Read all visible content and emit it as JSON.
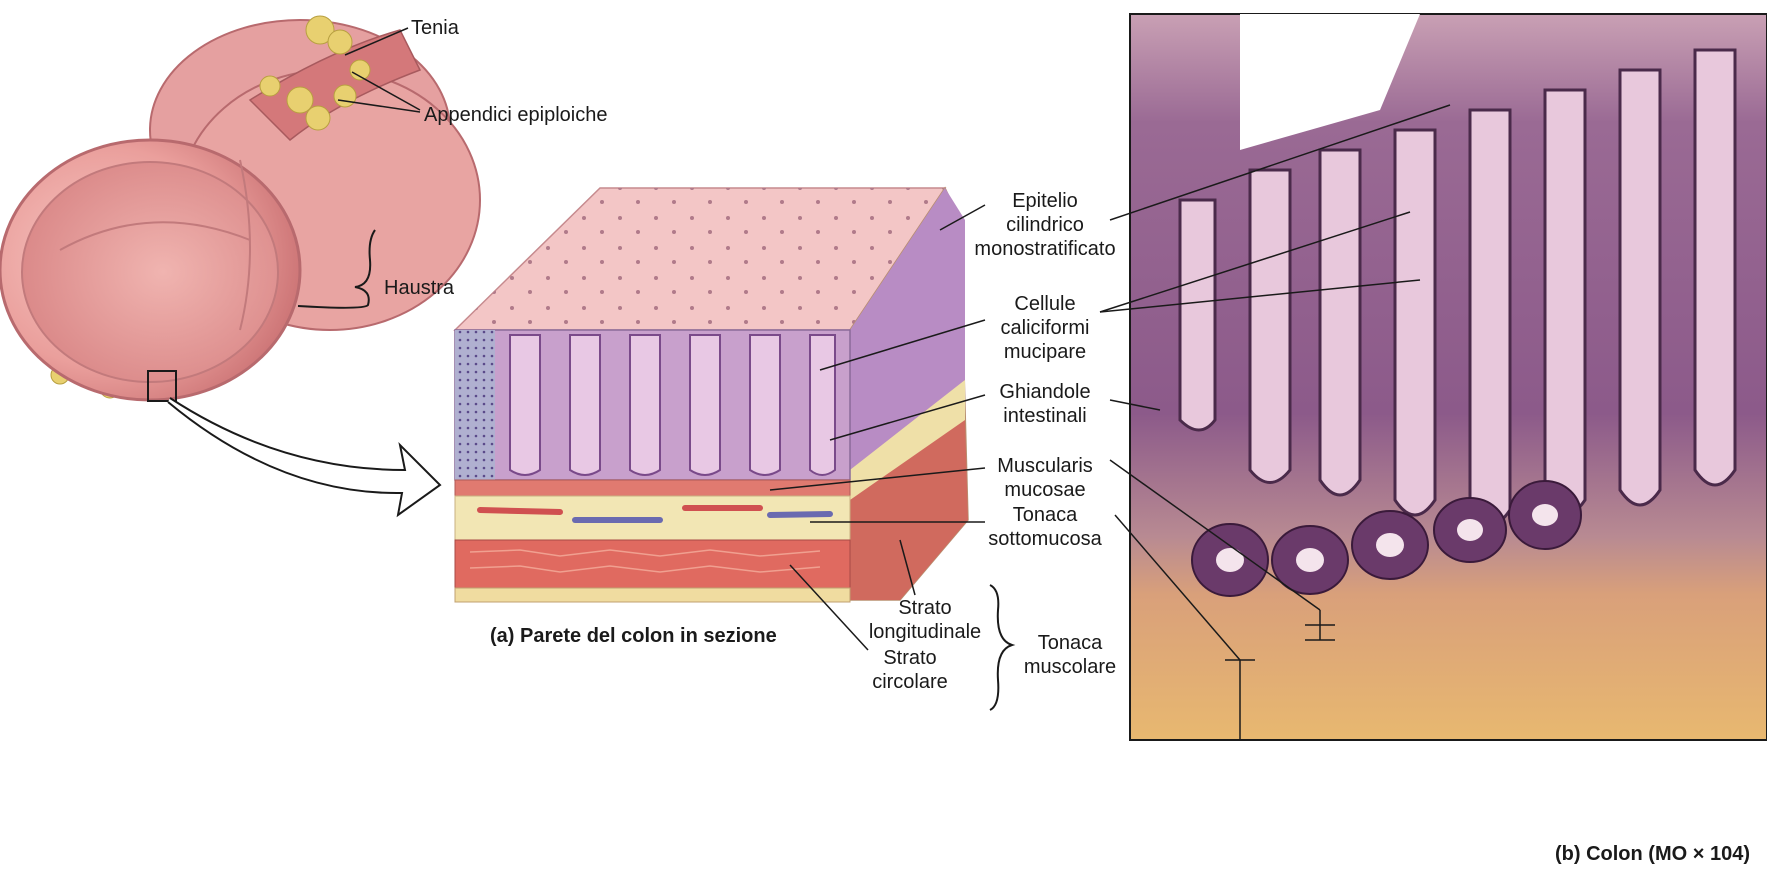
{
  "labels": {
    "tenia": "Tenia",
    "appendici": "Appendici epiploiche",
    "haustra": "Haustra",
    "epitelio": [
      "Epitelio",
      "cilindrico",
      "monostratificato"
    ],
    "cellule": [
      "Cellule",
      "caliciformi",
      "mucipare"
    ],
    "ghiandole": [
      "Ghiandole",
      "intestinali"
    ],
    "muscularis": [
      "Muscularis",
      "mucosae"
    ],
    "sottomucosa": [
      "Tonaca",
      "sottomucosa"
    ],
    "longitudinale": [
      "Strato",
      "longitudinale"
    ],
    "circolare": [
      "Strato",
      "circolare"
    ],
    "muscolare": [
      "Tonaca",
      "muscolare"
    ]
  },
  "captions": {
    "a": "(a)  Parete del colon in sezione",
    "b": "(b)  Colon (MO × 104)"
  },
  "colors": {
    "colon_pink": "#e89a9a",
    "mucosa_purple": "#b08ab8",
    "submucosa_yellow": "#efe0a8",
    "muscle_red": "#d9645c",
    "micrograph_purple": "#8a5a88",
    "micrograph_tan": "#d8a878",
    "leader_line": "#1a1a1a"
  }
}
